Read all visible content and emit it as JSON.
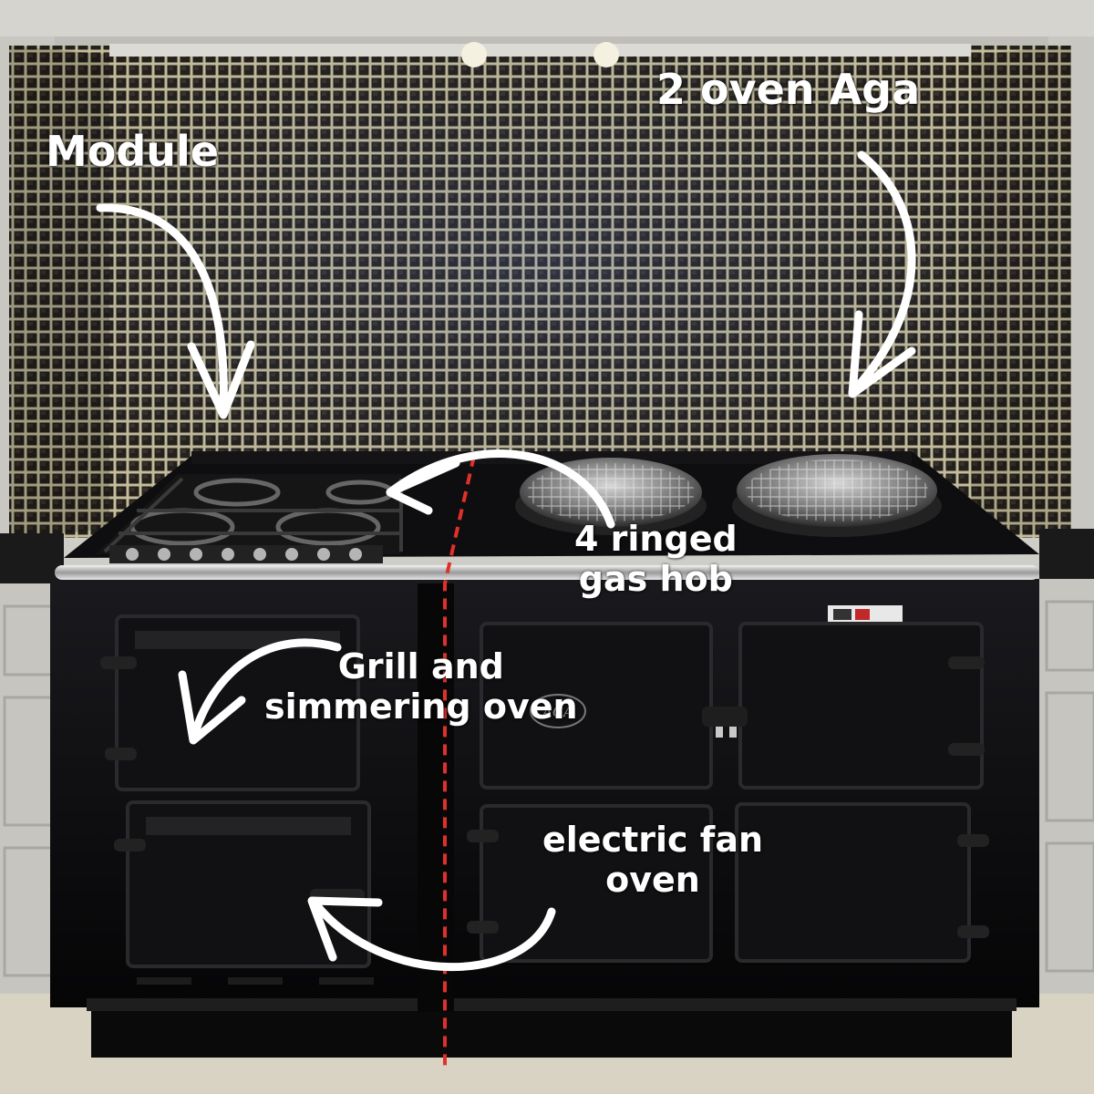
{
  "annotations": {
    "module": "Module",
    "two_oven_aga": "2 oven Aga",
    "gas_hob_line1": "4 ringed",
    "gas_hob_line2": "gas hob",
    "grill_line1": "Grill and",
    "grill_line2": "simmering oven",
    "fan_oven_line1": "electric fan",
    "fan_oven_line2": "oven"
  },
  "brand_badge": "AGA",
  "colors": {
    "annotation_text": "#ffffff",
    "divider_line": "#e0302a",
    "cooker_enamel": "#0b0b0d",
    "cabinet": "#c9c7c2"
  }
}
